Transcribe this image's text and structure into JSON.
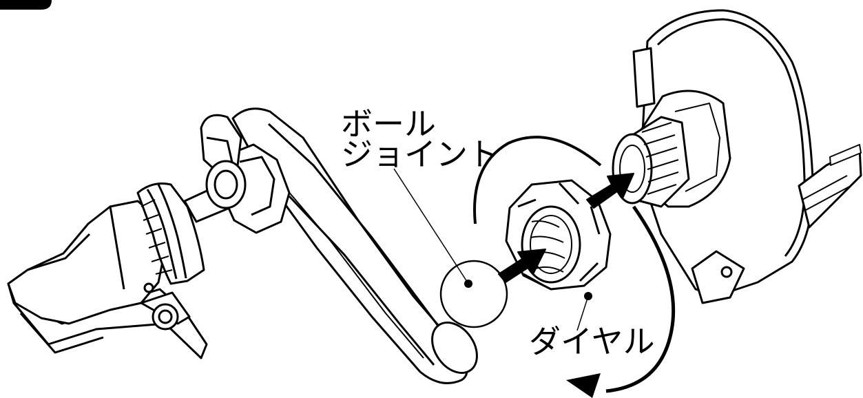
{
  "labels": {
    "ball_joint_line1": "ボール",
    "ball_joint_line2": "ジョイント",
    "dial": "ダイヤル"
  },
  "colors": {
    "line": "#000000",
    "fill": "#ffffff"
  },
  "icons": [
    "mount-arrow-icon",
    "rotate-arrow-icon"
  ]
}
